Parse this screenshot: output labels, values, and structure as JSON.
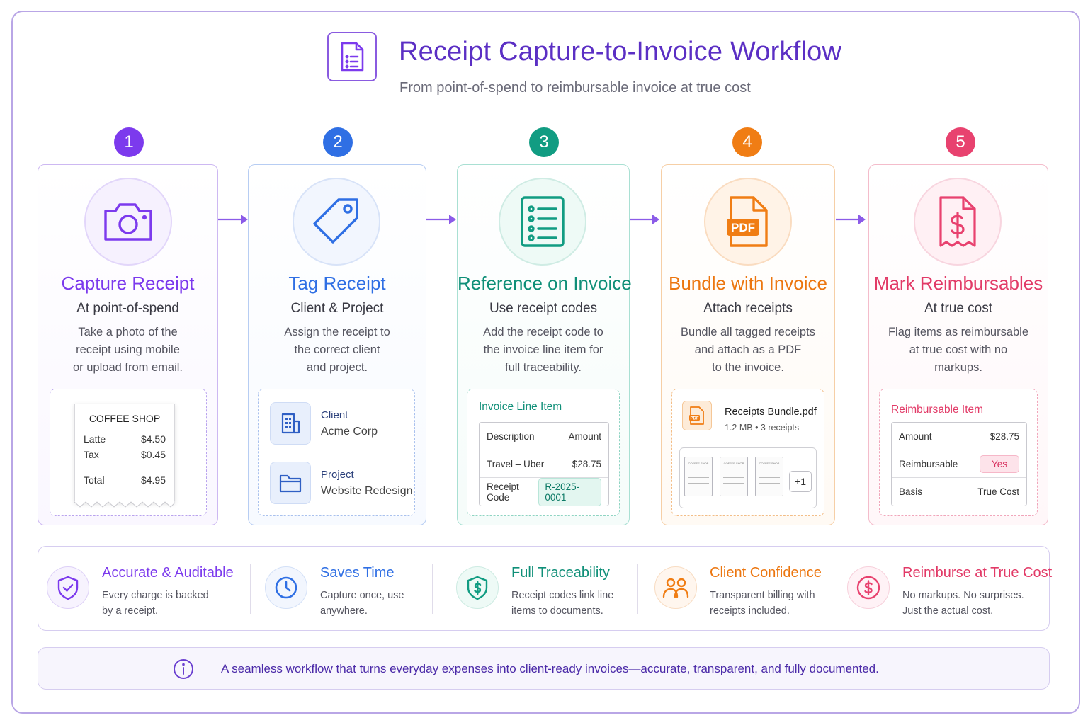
{
  "header": {
    "title": "Receipt Capture-to-Invoice Workflow",
    "subtitle": "From point-of-spend to reimbursable invoice at true cost"
  },
  "colors": {
    "step1": "#7c3aed",
    "step2": "#2f6fe4",
    "step3": "#119c82",
    "step4": "#f07d14",
    "step5": "#e8426f"
  },
  "steps": [
    {
      "number": "1",
      "icon": "camera-icon",
      "title": "Capture Receipt",
      "subtitle": "At point-of-spend",
      "description": "Take a photo of the\nreceipt using mobile\nor upload from email."
    },
    {
      "number": "2",
      "icon": "tag-icon",
      "title": "Tag Receipt",
      "subtitle": "Client & Project",
      "description": "Assign the receipt to\nthe correct client\nand project."
    },
    {
      "number": "3",
      "icon": "list-icon",
      "title": "Reference on Invoice",
      "subtitle": "Use receipt codes",
      "description": "Add the receipt code to\nthe invoice line item for\nfull traceability."
    },
    {
      "number": "4",
      "icon": "pdf-file-icon",
      "title": "Bundle with Invoice",
      "subtitle": "Attach receipts",
      "description": "Bundle all tagged receipts\nand attach as a PDF\nto the invoice."
    },
    {
      "number": "5",
      "icon": "dollar-document-icon",
      "title": "Mark Reimbursables",
      "subtitle": "At true cost",
      "description": "Flag items as reimbursable\nat true cost with no\nmarkups."
    }
  ],
  "receipt": {
    "shop": "COFFEE SHOP",
    "items": [
      {
        "label": "Latte",
        "amount": "$4.50"
      },
      {
        "label": "Tax",
        "amount": "$0.45"
      }
    ],
    "total_label": "Total",
    "total_amount": "$4.95"
  },
  "tagging": {
    "client_label": "Client",
    "client_value": "Acme Corp",
    "project_label": "Project",
    "project_value": "Website Redesign"
  },
  "invoice_line": {
    "title": "Invoice Line Item",
    "header_left": "Description",
    "header_right": "Amount",
    "item": "Travel – Uber",
    "amount": "$28.75",
    "code_label": "Receipt Code",
    "code_value": "R-2025-0001"
  },
  "bundle": {
    "file_icon_text": "PDF",
    "file_name": "Receipts Bundle.pdf",
    "file_meta": "1.2 MB • 3 receipts",
    "thumb_label": "COFFEE SHOP",
    "more": "+1"
  },
  "reimbursable": {
    "title": "Reimbursable Item",
    "amount_label": "Amount",
    "amount_value": "$28.75",
    "flag_label": "Reimbursable",
    "flag_value": "Yes",
    "basis_label": "Basis",
    "basis_value": "True Cost"
  },
  "benefits": [
    {
      "icon": "shield-check-icon",
      "title": "Accurate & Auditable",
      "description": "Every charge is backed\nby a receipt."
    },
    {
      "icon": "clock-icon",
      "title": "Saves Time",
      "description": "Capture once, use\nanywhere."
    },
    {
      "icon": "shield-dollar-icon",
      "title": "Full Traceability",
      "description": "Receipt codes link line\nitems to documents."
    },
    {
      "icon": "users-icon",
      "title": "Client Confidence",
      "description": "Transparent billing with\nreceipts included."
    },
    {
      "icon": "dollar-circle-icon",
      "title": "Reimburse at True Cost",
      "description": "No markups. No surprises.\nJust the actual cost."
    }
  ],
  "footer_note": "A seamless workflow that turns everyday expenses into client-ready invoices—accurate, transparent, and fully documented."
}
